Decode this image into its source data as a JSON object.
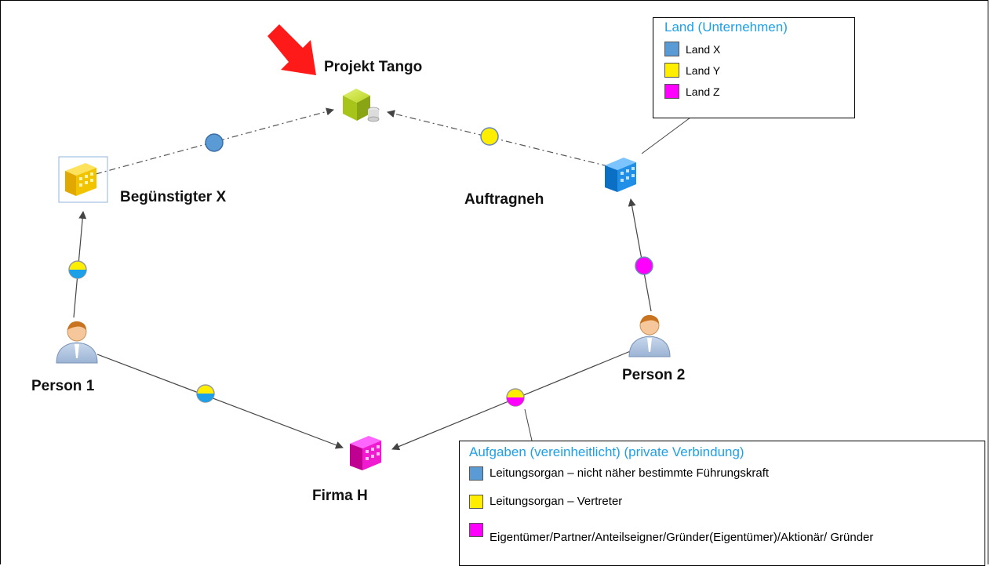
{
  "colors": {
    "blue": "#5b9bd5",
    "yellow": "#ffee00",
    "magenta": "#ff00ff",
    "edge": "#555555",
    "legend_title": "#1ea0e8",
    "arrow_highlight": "#ff1a1a"
  },
  "nodes": {
    "project_tango": {
      "label": "Projekt Tango",
      "icon": "green-cube-project-icon"
    },
    "beneficiary_x": {
      "label": "Begünstigter X",
      "icon": "yellow-building-icon"
    },
    "contractor": {
      "label": "Auftragneh",
      "icon": "blue-building-icon"
    },
    "person_1": {
      "label": "Person 1",
      "icon": "person-icon"
    },
    "person_2": {
      "label": "Person 2",
      "icon": "person-icon"
    },
    "firma_h": {
      "label": "Firma H",
      "icon": "magenta-building-icon"
    }
  },
  "legend_country": {
    "title": "Land (Unternehmen)",
    "items": [
      {
        "label": "Land X",
        "color": "#5b9bd5"
      },
      {
        "label": "Land Y",
        "color": "#ffee00"
      },
      {
        "label": "Land Z",
        "color": "#ff00ff"
      }
    ]
  },
  "legend_roles": {
    "title": "Aufgaben (vereinheitlicht) (private Verbindung)",
    "items": [
      {
        "label": "Leitungsorgan – nicht näher bestimmte Führungskraft",
        "color": "#5b9bd5"
      },
      {
        "label": "Leitungsorgan – Vertreter",
        "color": "#ffee00"
      },
      {
        "label": "Eigentümer/Partner/Anteilseigner/Gründer(Eigentümer)/Aktionär/ Gründer",
        "color": "#ff00ff"
      }
    ]
  }
}
